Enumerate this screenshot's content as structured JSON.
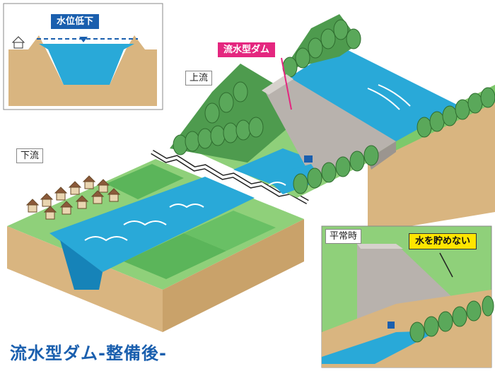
{
  "labels": {
    "water_level_drop": "水位低下",
    "upstream": "上流",
    "downstream": "下流",
    "dam_type": "流水型ダム",
    "normal_time": "平常時",
    "no_storage": "水を貯めない"
  },
  "title": "流水型ダム-整備後-",
  "colors": {
    "water": "#29a9d8",
    "water_dark": "#1683b8",
    "grass": "#7cc96b",
    "field": "#5bb55a",
    "earth": "#d9b580",
    "concrete": "#b8b2ad",
    "forest": "#4e9b4e",
    "accent_blue": "#1a5fae",
    "accent_pink": "#e4267f"
  }
}
